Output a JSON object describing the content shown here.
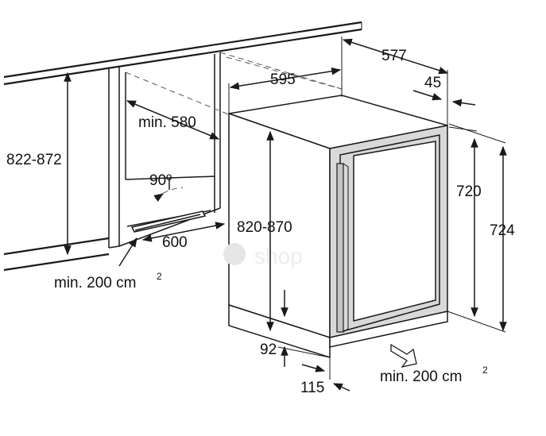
{
  "dimensions": {
    "width_577": "577",
    "width_595": "595",
    "depth_45": "45",
    "recess_min_580": "min. 580",
    "niche_height": "822-872",
    "door_angle": "90º",
    "door_swing_600": "600",
    "vent_left": "min. 200 cm",
    "vent_left_sup": "2",
    "appliance_height": "820-870",
    "body_720": "720",
    "body_724": "724",
    "plinth_92": "92",
    "plinth_115": "115",
    "vent_right": "min. 200 cm",
    "vent_right_sup": "2"
  },
  "colors": {
    "line": "#1a1a1a",
    "shade": "#d9d9d9",
    "background": "#ffffff"
  }
}
